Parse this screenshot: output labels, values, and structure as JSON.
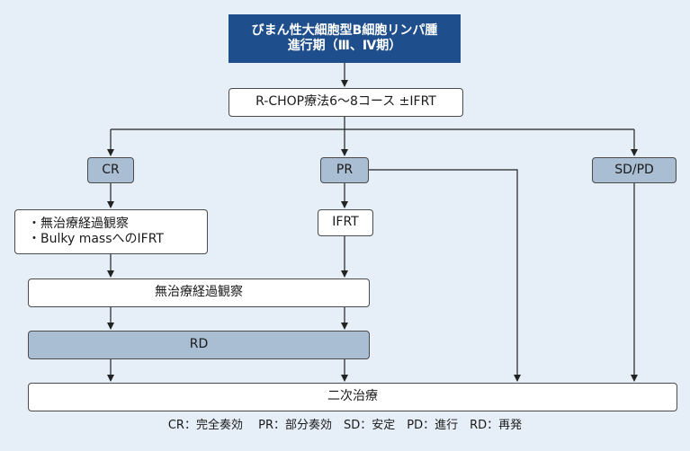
{
  "title": {
    "line1": "びまん性大細胞型B細胞リンパ腫",
    "line2": "進行期（Ⅲ、Ⅳ期）"
  },
  "nodes": {
    "rchop": "R-CHOP療法6～8コース ±IFRT",
    "cr": "CR",
    "pr": "PR",
    "sdpd": "SD/PD",
    "cr_followup_1": "・無治療経過観察",
    "cr_followup_2": "・Bulky massへのIFRT",
    "ifrt": "IFRT",
    "observation": "無治療経過観察",
    "rd": "RD",
    "second_line": "二次治療"
  },
  "legend": "CR：完全奏効　 PR：部分奏効　SD：安定　PD：進行　RD：再発",
  "colors": {
    "background": "#e6eef7",
    "title_box": "#1f4e8c",
    "status_box": "#a9bed3",
    "plain_box": "#ffffff",
    "arrow": "#222222"
  }
}
